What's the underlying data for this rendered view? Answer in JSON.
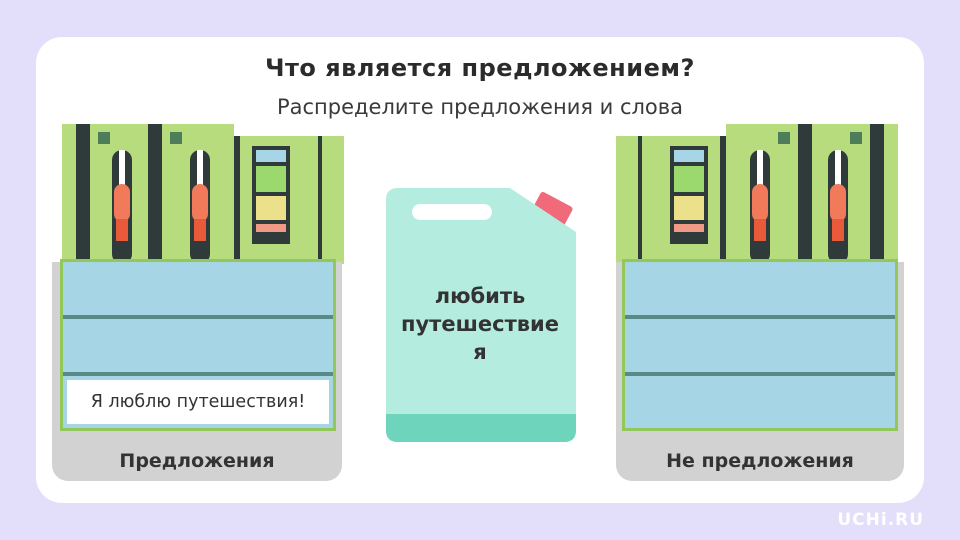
{
  "header": {
    "title": "Что является предложением?",
    "subtitle": "Распределите предложения и слова"
  },
  "left_station": {
    "label": "Предложения",
    "slots": [
      "",
      "",
      "Я люблю путешествия!"
    ]
  },
  "right_station": {
    "label": "Не предложения",
    "slots": [
      "",
      "",
      ""
    ]
  },
  "canister": {
    "lines": [
      "любить",
      "путешествие",
      "я"
    ]
  },
  "brand": {
    "logo": "UCHi.RU"
  },
  "colors": {
    "background": "#e3defa",
    "pump_green": "#b6dc7e",
    "slot_blue": "#a6d6e6",
    "canister_teal": "#b4ece0",
    "nozzle_orange": "#f07a5a"
  }
}
